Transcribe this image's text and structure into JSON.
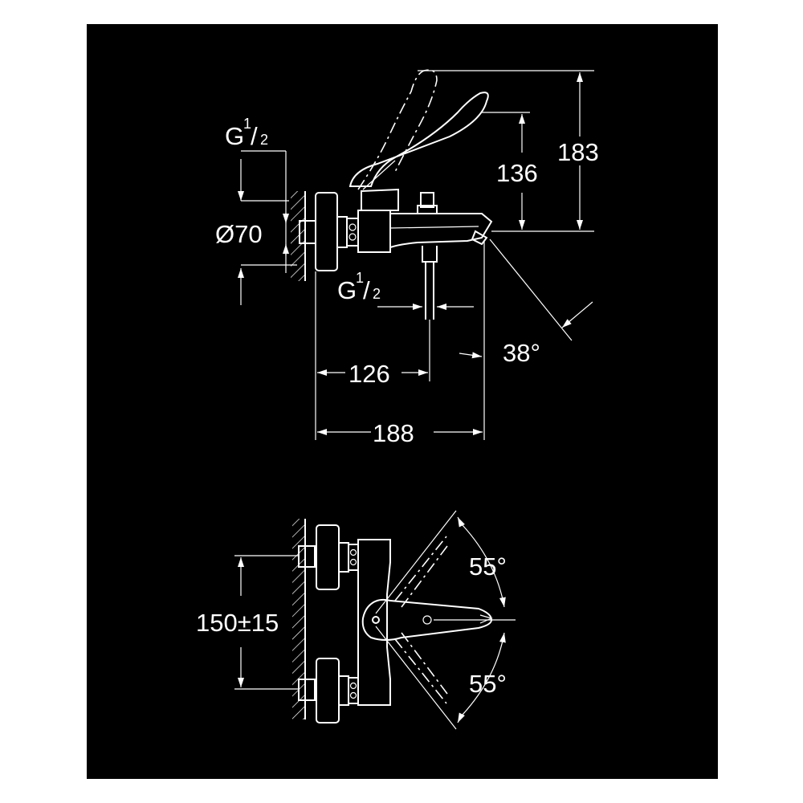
{
  "side_view": {
    "thread_top": {
      "prefix": "G",
      "num": "1",
      "den": "2"
    },
    "diameter_label": "Ø70",
    "thread_outlet": {
      "prefix": "G",
      "num": "1",
      "den": "2"
    },
    "dim_126": "126",
    "dim_188": "188",
    "dim_136": "136",
    "dim_183": "183",
    "angle_spout": "38°"
  },
  "top_view": {
    "dim_centers": "150±15",
    "angle_upper": "55°",
    "angle_lower": "55°"
  },
  "colors": {
    "background": "#000000",
    "lines": "#ffffff",
    "page": "#ffffff"
  }
}
